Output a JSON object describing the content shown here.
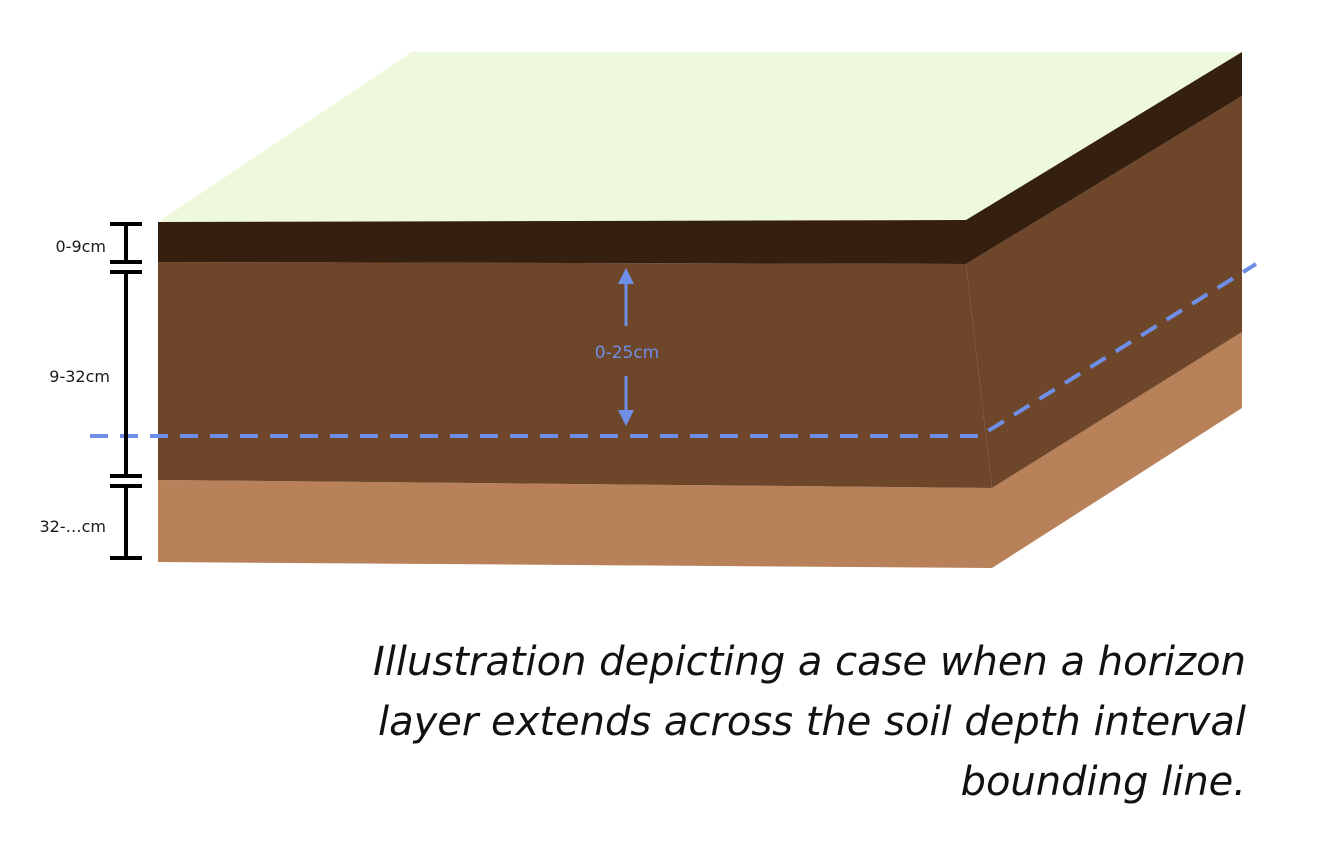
{
  "diagram": {
    "depth_labels": {
      "top": "0-9cm",
      "middle": "9-32cm",
      "bottom": "32-…cm"
    },
    "interval_label": "0-25cm"
  },
  "caption": {
    "line1": "Illustration depicting a case when a horizon",
    "line2": "layer extends across the soil depth interval",
    "line3": "bounding line."
  },
  "colors": {
    "surface": "#eef8dc",
    "topsoil": "#35200f",
    "middle_layer": "#6e472b",
    "bottom_layer": "#b8815a",
    "interval_line": "#6f8fe6",
    "scale_bar": "#000000"
  }
}
